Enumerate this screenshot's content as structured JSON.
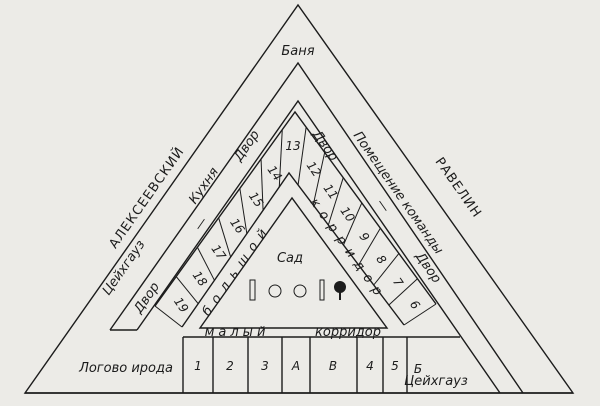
{
  "labels": {
    "banya": "Баня",
    "alekseevsky": "АЛЕКСЕЕВСКИЙ",
    "ravelin": "РАВЕЛИН",
    "kukhnya": "Кухня",
    "tseikhgauz_left": "Цейхгауз",
    "dvor_left_low": "Двор",
    "dvor_left_high": "Двор",
    "dash_left": "—",
    "dvor_right_high": "Двор",
    "dvor_right_low": "Двор",
    "dash_right": "—",
    "pomeshchenie": "Помещение команды",
    "sad": "Сад",
    "logovo": "Логово ирода",
    "corridor_left": "большой",
    "corridor_right": "корридор",
    "corridor_bottom_left": "малый",
    "corridor_bottom_right": "корридор",
    "tseikhgauz_bottom": "Цейхгауз"
  },
  "cells_left": [
    "19",
    "18",
    "17",
    "16",
    "15",
    "14"
  ],
  "cell_apex": "13",
  "cells_right": [
    "12",
    "11",
    "10",
    "9",
    "8",
    "7",
    "6"
  ],
  "bottom_rooms": [
    "1",
    "2",
    "3",
    "А",
    "В",
    "4",
    "5",
    "Б"
  ]
}
